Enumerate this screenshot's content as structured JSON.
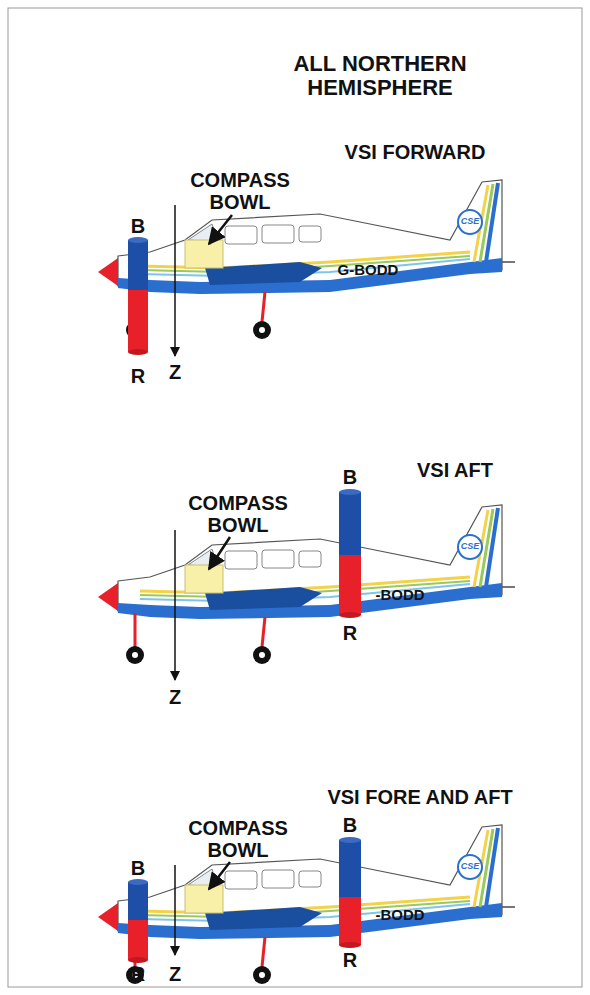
{
  "diagram": {
    "title": "ALL NORTHERN HEMISPHERE",
    "labels": [
      "VSI FORWARD",
      "COMPASS BOWL",
      "B",
      "Z",
      "R",
      "G-BODD",
      "CSE",
      "VSI AFT",
      "COMPASS BOWL",
      "B",
      "-BODD",
      "CSE",
      "R",
      "Z",
      "VSI FORE AND AFT",
      "COMPASS BOWL",
      "B",
      "B",
      "-BODD",
      "CSE",
      "R",
      "R",
      "Z"
    ]
  }
}
